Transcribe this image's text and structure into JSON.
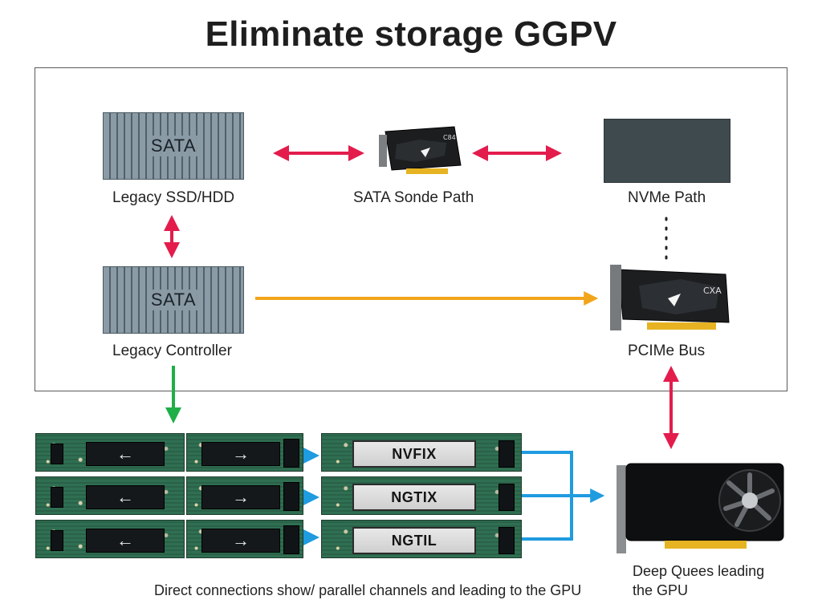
{
  "title": "Eliminate storage GGPV",
  "drives": {
    "top": {
      "chip": "SATA",
      "label": "Legacy SSD/HDD"
    },
    "bottom": {
      "chip": "SATA",
      "label": "Legacy Controller"
    }
  },
  "cards": {
    "middle": {
      "mark": "C84",
      "label": "SATA Sonde Path"
    },
    "nvme": {
      "label": "NVMe Path"
    },
    "pcie": {
      "mark": "CXA",
      "label": "PCIMe Bus"
    }
  },
  "boards": {
    "left_rows": [
      [
        "←",
        "→"
      ],
      [
        "←",
        "→"
      ],
      [
        "←",
        "→"
      ]
    ],
    "right_rows": [
      "NVFIX",
      "NGTIX",
      "NGTIL"
    ]
  },
  "captions": {
    "bottom": "Direct connections show/ parallel channels and leading to the GPU",
    "gpu_line1": "Deep Quees leading",
    "gpu_line2": "the GPU"
  },
  "colors": {
    "red_arrow": "#e31c4c",
    "orange_arrow": "#f2a51a",
    "green_arrow": "#1fae47",
    "blue_arrow": "#1f9be0"
  }
}
